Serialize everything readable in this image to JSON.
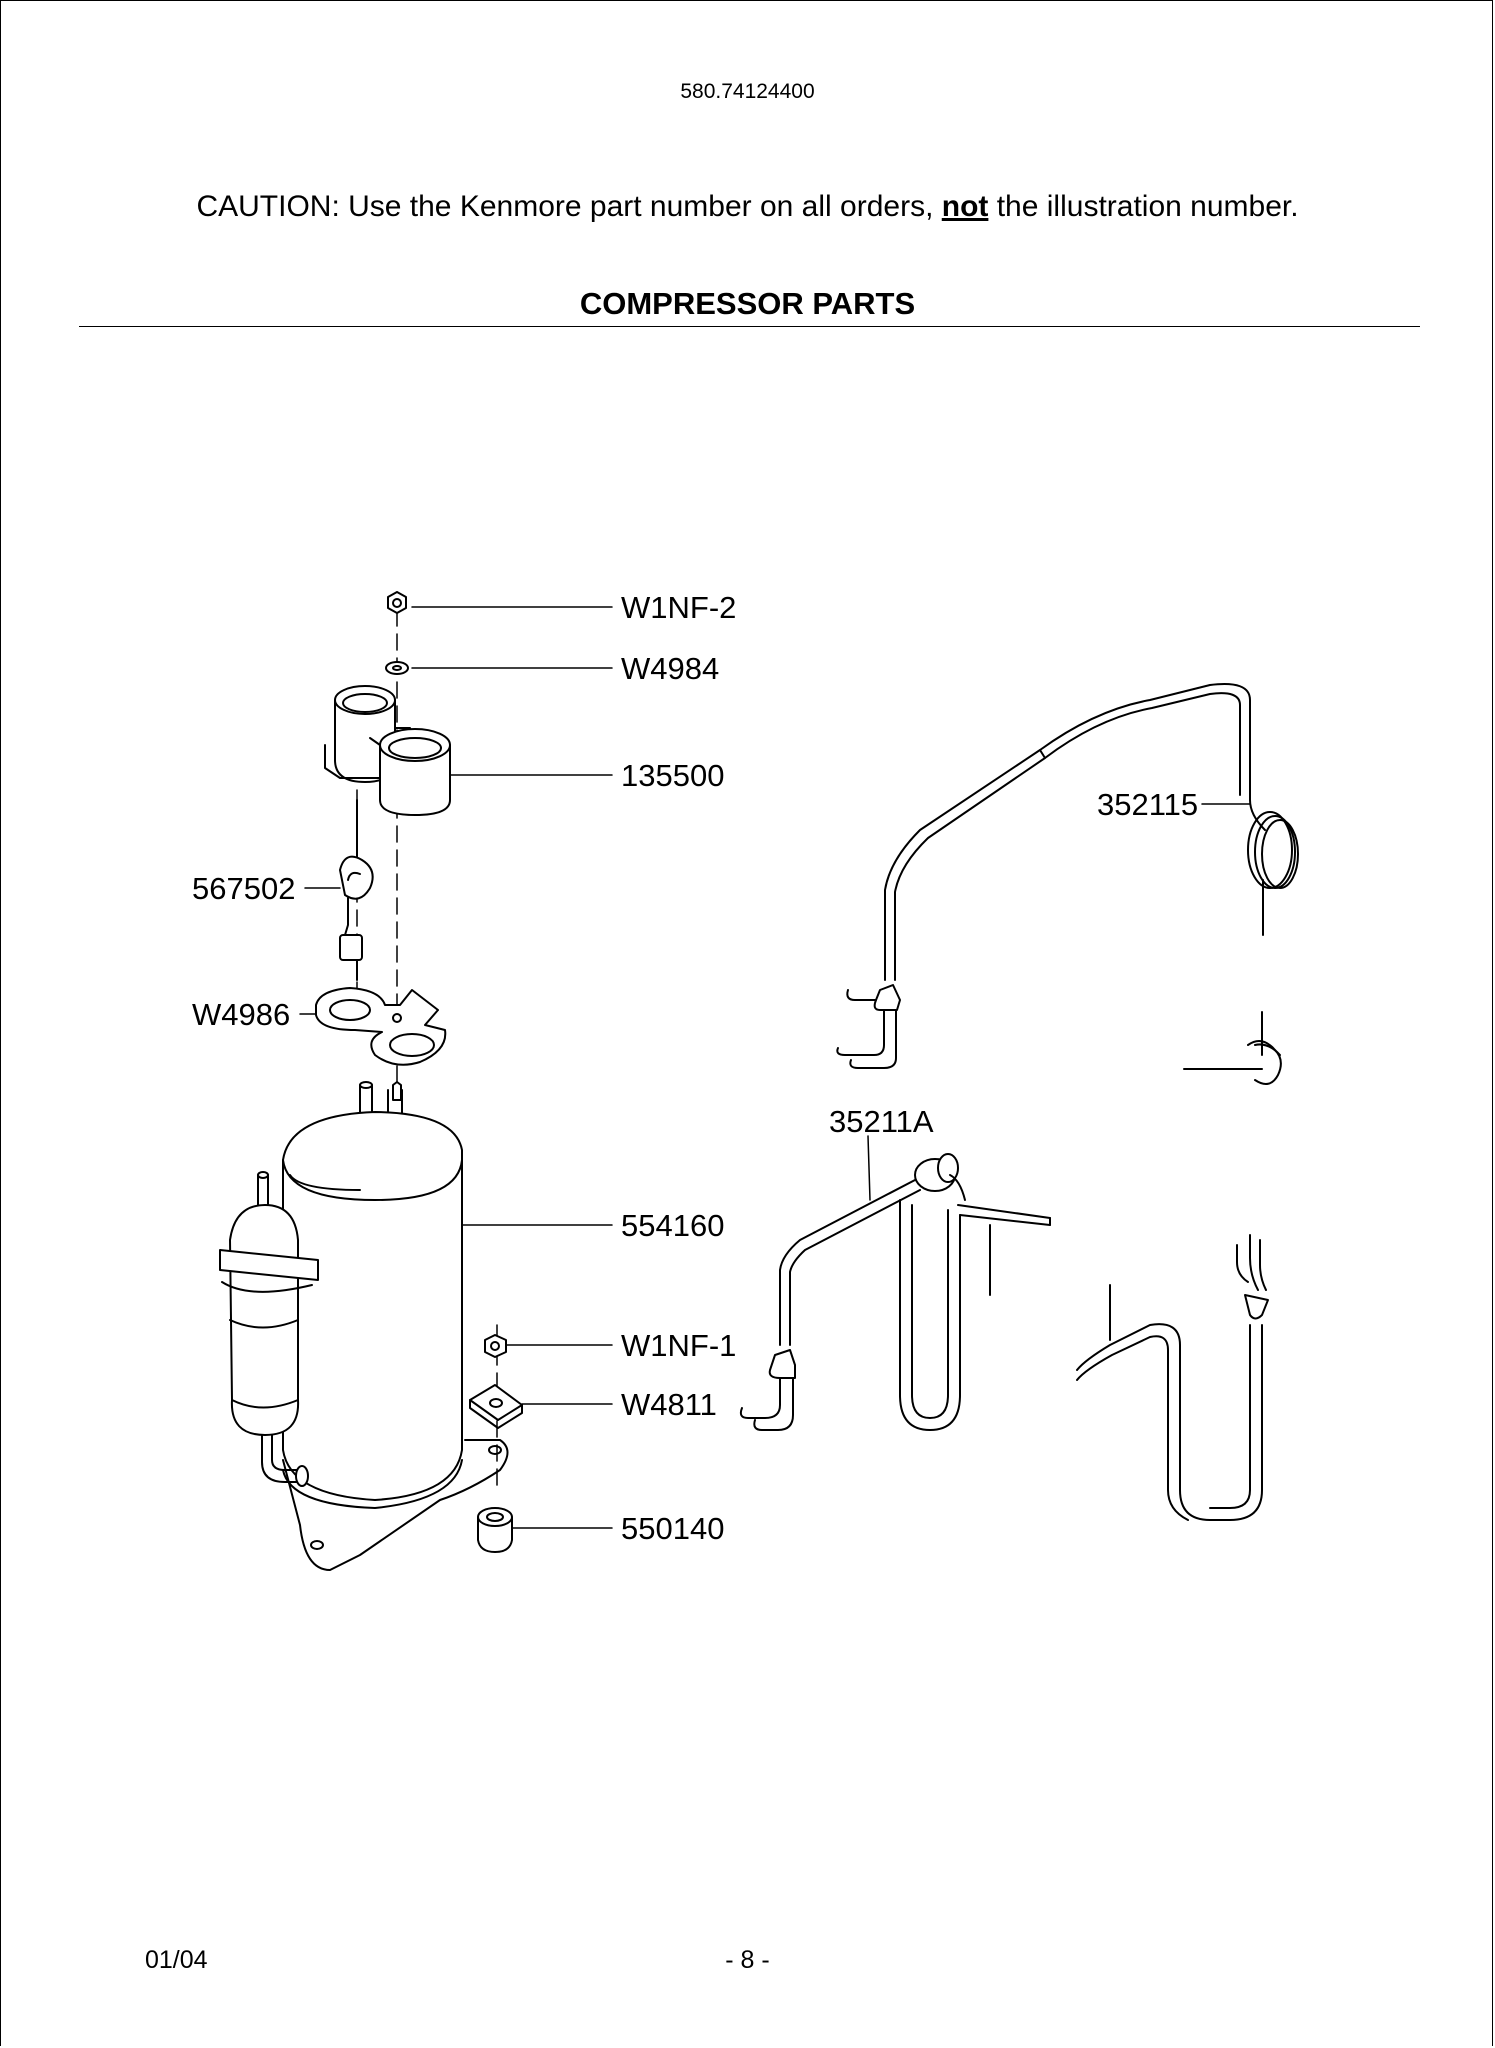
{
  "header": {
    "model_number": "580.74124400",
    "caution_prefix": "CAUTION: Use the Kenmore part number on all orders, ",
    "caution_emphasis": "not",
    "caution_suffix": " the illustration number."
  },
  "section_title": "COMPRESSOR PARTS",
  "parts": {
    "w1nf_2": "W1NF-2",
    "w4984": "W4984",
    "p135500": "135500",
    "p567502": "567502",
    "w4986": "W4986",
    "p554160": "554160",
    "w1nf_1": "W1NF-1",
    "w4811": "W4811",
    "p550140": "550140",
    "p352115": "352115",
    "p35211a": "35211A"
  },
  "footer": {
    "date": "01/04",
    "page": "- 8 -"
  }
}
